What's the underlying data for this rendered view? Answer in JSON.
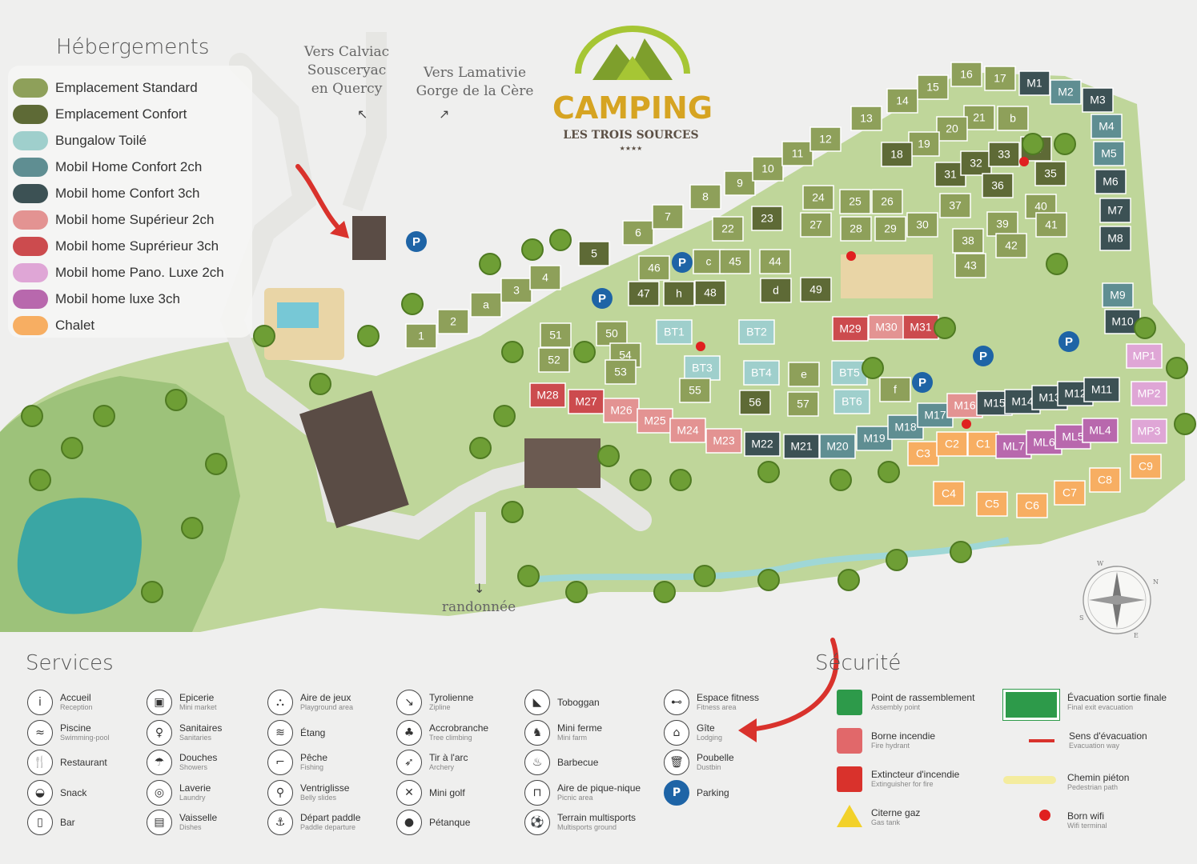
{
  "legend": {
    "title": "Hébergements",
    "items": [
      {
        "label": "Emplacement Standard",
        "color": "#8ea05a"
      },
      {
        "label": "Emplacement Confort",
        "color": "#5e6a36"
      },
      {
        "label": "Bungalow Toilé",
        "color": "#9fcfcc"
      },
      {
        "label": "Mobil Home Confort 2ch",
        "color": "#5f8e92"
      },
      {
        "label": "Mobil home Confort 3ch",
        "color": "#3c5154"
      },
      {
        "label": "Mobil home Supérieur 2ch",
        "color": "#e39392"
      },
      {
        "label": "Mobil home Suprérieur 3ch",
        "color": "#cc4b4e"
      },
      {
        "label": "Mobil home Pano. Luxe 2ch",
        "color": "#dfa6d6"
      },
      {
        "label": "Mobil home luxe 3ch",
        "color": "#b868ad"
      },
      {
        "label": "Chalet",
        "color": "#f7ae62"
      }
    ]
  },
  "directions": {
    "calviac": [
      "Vers Calviac",
      "Sousceryac",
      "en Quercy"
    ],
    "lamativie": [
      "Vers Lamativie",
      "Gorge de la Cère"
    ],
    "randonnee": "randonnée",
    "arrow_down": "↓",
    "arrow_nw": "↖",
    "arrow_ne": "↗"
  },
  "logo": {
    "word": "CAMPING",
    "subtitle": "LES TROIS SOURCES",
    "stars": "★★★★"
  },
  "compass": {
    "n": "N",
    "e": "E",
    "s": "S",
    "w": "W"
  },
  "services": {
    "title": "Services",
    "items": [
      {
        "fr": "Accueil",
        "en": "Reception",
        "icon": "info-icon",
        "glyph": "i"
      },
      {
        "fr": "Piscine",
        "en": "Swimming-pool",
        "icon": "pool-icon",
        "glyph": "≈"
      },
      {
        "fr": "Restaurant",
        "en": "",
        "icon": "restaurant-icon",
        "glyph": "🍴"
      },
      {
        "fr": "Snack",
        "en": "",
        "icon": "snack-icon",
        "glyph": "◒"
      },
      {
        "fr": "Bar",
        "en": "",
        "icon": "bar-icon",
        "glyph": "▯"
      },
      {
        "fr": "Epicerie",
        "en": "Mini market",
        "icon": "market-icon",
        "glyph": "▣"
      },
      {
        "fr": "Sanitaires",
        "en": "Sanitaries",
        "icon": "sanitaries-icon",
        "glyph": "♀"
      },
      {
        "fr": "Douches",
        "en": "Showers",
        "icon": "shower-icon",
        "glyph": "☂"
      },
      {
        "fr": "Laverie",
        "en": "Laundry",
        "icon": "laundry-icon",
        "glyph": "◎"
      },
      {
        "fr": "Vaisselle",
        "en": "Dishes",
        "icon": "dishes-icon",
        "glyph": "▤"
      },
      {
        "fr": "Aire de jeux",
        "en": "Playground area",
        "icon": "playground-icon",
        "glyph": "⛬"
      },
      {
        "fr": "Étang",
        "en": "",
        "icon": "pond-icon",
        "glyph": "≋"
      },
      {
        "fr": "Pêche",
        "en": "Fishing",
        "icon": "fishing-icon",
        "glyph": "⌐"
      },
      {
        "fr": "Ventriglisse",
        "en": "Belly slides",
        "icon": "belly-slide-icon",
        "glyph": "⚲"
      },
      {
        "fr": "Départ paddle",
        "en": "Paddle departure",
        "icon": "paddle-icon",
        "glyph": "⚓"
      },
      {
        "fr": "Tyrolienne",
        "en": "Zipline",
        "icon": "zipline-icon",
        "glyph": "↘"
      },
      {
        "fr": "Accrobranche",
        "en": "Tree climbing",
        "icon": "tree-climbing-icon",
        "glyph": "♣"
      },
      {
        "fr": "Tir à l'arc",
        "en": "Archery",
        "icon": "archery-icon",
        "glyph": "➶"
      },
      {
        "fr": "Mini golf",
        "en": "",
        "icon": "mini-golf-icon",
        "glyph": "✕"
      },
      {
        "fr": "Pétanque",
        "en": "",
        "icon": "petanque-icon",
        "glyph": "●"
      },
      {
        "fr": "Toboggan",
        "en": "",
        "icon": "slide-icon",
        "glyph": "◣"
      },
      {
        "fr": "Mini ferme",
        "en": "Mini farm",
        "icon": "farm-icon",
        "glyph": "♞"
      },
      {
        "fr": "Barbecue",
        "en": "",
        "icon": "barbecue-icon",
        "glyph": "♨"
      },
      {
        "fr": "Aire de pique-nique",
        "en": "Picnic area",
        "icon": "picnic-icon",
        "glyph": "⊓"
      },
      {
        "fr": "Terrain multisports",
        "en": "Multisports ground",
        "icon": "multisport-icon",
        "glyph": "⚽"
      },
      {
        "fr": "Espace fitness",
        "en": "Fitness area",
        "icon": "fitness-icon",
        "glyph": "⊷"
      },
      {
        "fr": "Gîte",
        "en": "Lodging",
        "icon": "lodging-icon",
        "glyph": "⌂"
      },
      {
        "fr": "Poubelle",
        "en": "Dustbin",
        "icon": "dustbin-icon",
        "glyph": "🗑"
      },
      {
        "fr": "Parking",
        "en": "",
        "icon": "parking-icon",
        "glyph": "P"
      }
    ]
  },
  "security": {
    "title": "Sécurité",
    "items": [
      {
        "fr": "Point de rassemblement",
        "en": "Assembly point",
        "icon": "assembly-point-icon"
      },
      {
        "fr": "Borne incendie",
        "en": "Fire hydrant",
        "icon": "fire-hydrant-icon"
      },
      {
        "fr": "Extincteur d'incendie",
        "en": "Extinguisher for fire",
        "icon": "extinguisher-icon"
      },
      {
        "fr": "Citerne gaz",
        "en": "Gas tank",
        "icon": "gas-tank-icon"
      },
      {
        "fr": "Évacuation sortie finale",
        "en": "Final exit evacuation",
        "icon": "exit-icon"
      },
      {
        "fr": "Sens d'évacuation",
        "en": "Evacuation way",
        "icon": "evacuation-arrow-icon"
      },
      {
        "fr": "Chemin piéton",
        "en": "Pedestrian path",
        "icon": "pedestrian-path-icon"
      },
      {
        "fr": "Born wifi",
        "en": "Wifi terminal",
        "icon": "wifi-terminal-icon"
      }
    ]
  },
  "plots": [
    {
      "id": "1",
      "type": 0
    },
    {
      "id": "2",
      "type": 0
    },
    {
      "id": "a",
      "type": 0
    },
    {
      "id": "3",
      "type": 0
    },
    {
      "id": "4",
      "type": 0
    },
    {
      "id": "5",
      "type": 1
    },
    {
      "id": "6",
      "type": 0
    },
    {
      "id": "7",
      "type": 0
    },
    {
      "id": "8",
      "type": 0
    },
    {
      "id": "9",
      "type": 0
    },
    {
      "id": "10",
      "type": 0
    },
    {
      "id": "11",
      "type": 0
    },
    {
      "id": "12",
      "type": 0
    },
    {
      "id": "13",
      "type": 0
    },
    {
      "id": "14",
      "type": 0
    },
    {
      "id": "15",
      "type": 0
    },
    {
      "id": "16",
      "type": 0
    },
    {
      "id": "17",
      "type": 0
    },
    {
      "id": "M1",
      "type": 4
    },
    {
      "id": "M2",
      "type": 3
    },
    {
      "id": "M3",
      "type": 4
    },
    {
      "id": "M4",
      "type": 3
    },
    {
      "id": "M5",
      "type": 3
    },
    {
      "id": "M6",
      "type": 4
    },
    {
      "id": "M7",
      "type": 4
    },
    {
      "id": "M8",
      "type": 4
    },
    {
      "id": "M9",
      "type": 3
    },
    {
      "id": "M10",
      "type": 4
    },
    {
      "id": "21",
      "type": 0
    },
    {
      "id": "b",
      "type": 0
    },
    {
      "id": "20",
      "type": 0
    },
    {
      "id": "19",
      "type": 0
    },
    {
      "id": "18",
      "type": 1
    },
    {
      "id": "31",
      "type": 1
    },
    {
      "id": "32",
      "type": 1
    },
    {
      "id": "33",
      "type": 1
    },
    {
      "id": "34",
      "type": 1
    },
    {
      "id": "35",
      "type": 1
    },
    {
      "id": "36",
      "type": 1
    },
    {
      "id": "37",
      "type": 0
    },
    {
      "id": "24",
      "type": 0
    },
    {
      "id": "25",
      "type": 0
    },
    {
      "id": "26",
      "type": 0
    },
    {
      "id": "23",
      "type": 1
    },
    {
      "id": "22",
      "type": 0
    },
    {
      "id": "27",
      "type": 0
    },
    {
      "id": "28",
      "type": 0
    },
    {
      "id": "29",
      "type": 0
    },
    {
      "id": "30",
      "type": 0
    },
    {
      "id": "40",
      "type": 0
    },
    {
      "id": "39",
      "type": 0
    },
    {
      "id": "41",
      "type": 0
    },
    {
      "id": "38",
      "type": 0
    },
    {
      "id": "42",
      "type": 0
    },
    {
      "id": "43",
      "type": 0
    },
    {
      "id": "46",
      "type": 0
    },
    {
      "id": "c",
      "type": 0
    },
    {
      "id": "45",
      "type": 0
    },
    {
      "id": "44",
      "type": 0
    },
    {
      "id": "47",
      "type": 1
    },
    {
      "id": "h",
      "type": 1
    },
    {
      "id": "48",
      "type": 1
    },
    {
      "id": "d",
      "type": 1
    },
    {
      "id": "49",
      "type": 1
    },
    {
      "id": "51",
      "type": 0
    },
    {
      "id": "50",
      "type": 0
    },
    {
      "id": "BT1",
      "type": 2
    },
    {
      "id": "BT2",
      "type": 2
    },
    {
      "id": "M29",
      "type": 6
    },
    {
      "id": "M30",
      "type": 5
    },
    {
      "id": "M31",
      "type": 6
    },
    {
      "id": "52",
      "type": 0
    },
    {
      "id": "54",
      "type": 0
    },
    {
      "id": "53",
      "type": 0
    },
    {
      "id": "BT3",
      "type": 2
    },
    {
      "id": "BT4",
      "type": 2
    },
    {
      "id": "e",
      "type": 0
    },
    {
      "id": "BT5",
      "type": 2
    },
    {
      "id": "55",
      "type": 0
    },
    {
      "id": "56",
      "type": 1
    },
    {
      "id": "57",
      "type": 0
    },
    {
      "id": "BT6",
      "type": 2
    },
    {
      "id": "f",
      "type": 0
    },
    {
      "id": "MP1",
      "type": 7
    },
    {
      "id": "MP2",
      "type": 7
    },
    {
      "id": "MP3",
      "type": 7
    },
    {
      "id": "M28",
      "type": 6
    },
    {
      "id": "M27",
      "type": 6
    },
    {
      "id": "M26",
      "type": 5
    },
    {
      "id": "M25",
      "type": 5
    },
    {
      "id": "M24",
      "type": 5
    },
    {
      "id": "M23",
      "type": 5
    },
    {
      "id": "M22",
      "type": 4
    },
    {
      "id": "M21",
      "type": 4
    },
    {
      "id": "M20",
      "type": 3
    },
    {
      "id": "M19",
      "type": 3
    },
    {
      "id": "M18",
      "type": 3
    },
    {
      "id": "M17",
      "type": 3
    },
    {
      "id": "M16",
      "type": 5
    },
    {
      "id": "M15",
      "type": 4
    },
    {
      "id": "M14",
      "type": 4
    },
    {
      "id": "M13",
      "type": 4
    },
    {
      "id": "M12",
      "type": 4
    },
    {
      "id": "M11",
      "type": 4
    },
    {
      "id": "C3",
      "type": 9
    },
    {
      "id": "C2",
      "type": 9
    },
    {
      "id": "C1",
      "type": 9
    },
    {
      "id": "ML7",
      "type": 8
    },
    {
      "id": "ML6",
      "type": 8
    },
    {
      "id": "ML5",
      "type": 8
    },
    {
      "id": "ML4",
      "type": 8
    },
    {
      "id": "C9",
      "type": 9
    },
    {
      "id": "C4",
      "type": 9
    },
    {
      "id": "C5",
      "type": 9
    },
    {
      "id": "C6",
      "type": 9
    },
    {
      "id": "C7",
      "type": 9
    },
    {
      "id": "C8",
      "type": 9
    }
  ]
}
